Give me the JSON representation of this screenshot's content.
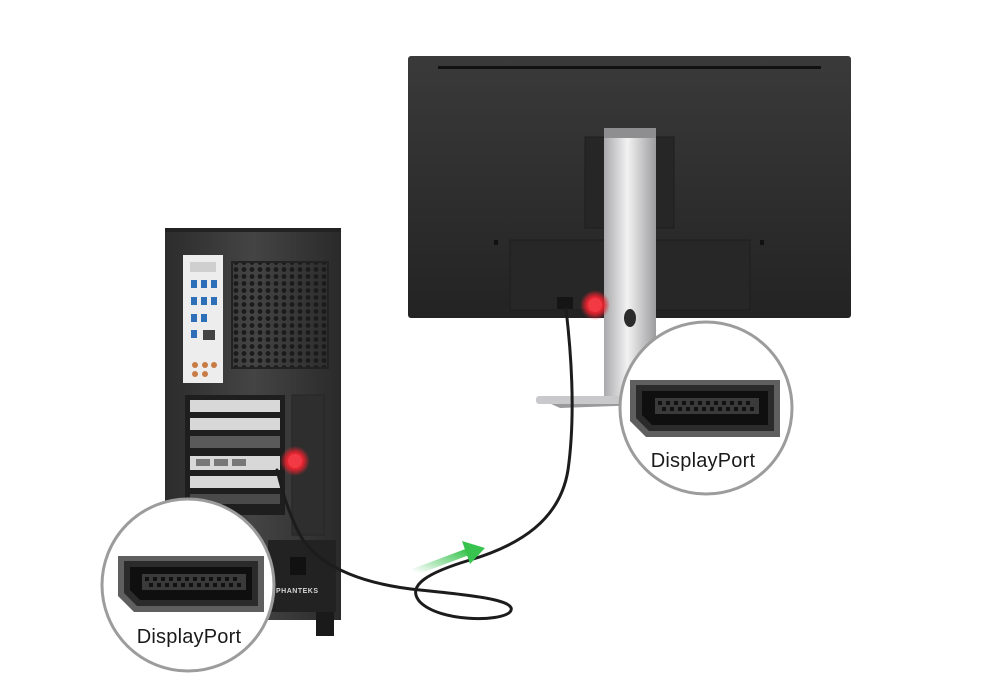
{
  "callouts": {
    "pc_port_label": "DisplayPort",
    "monitor_port_label": "DisplayPort"
  },
  "case_brand": "PHANTEKS",
  "colors": {
    "highlight_marker": "#e0242f",
    "direction_arrow": "#38c24e",
    "cable": "#1c1c1c",
    "monitor_body": "#2b2b2b",
    "stand": "#c9c9cb",
    "case_body": "#3a3a3a"
  }
}
